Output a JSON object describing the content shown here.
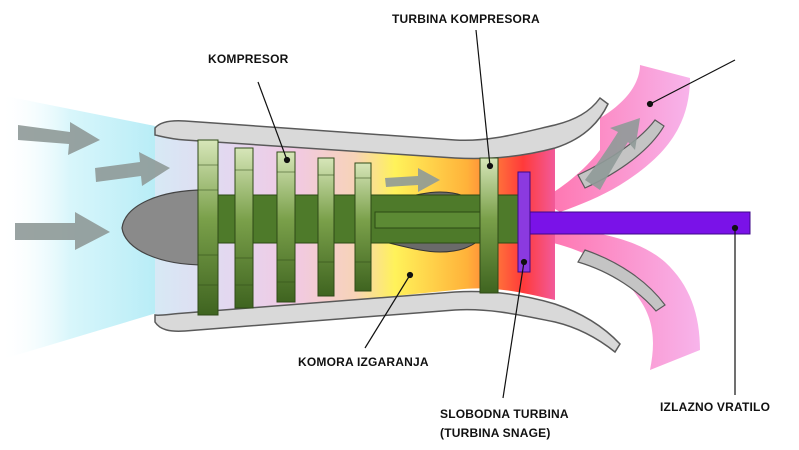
{
  "labels": {
    "compressor": "KOMPRESOR",
    "compressor_turbine": "TURBINA KOMPRESORA",
    "combustion_chamber": "KOMORA IZGARANJA",
    "free_turbine_line1": "SLOBODNA TURBINA",
    "free_turbine_line2": "(TURBINA SNAGE)",
    "output_shaft": "IZLAZNO VRATILO"
  },
  "colors": {
    "intake_flow": "#c6f0f8",
    "casing": "#d6d6d6",
    "casing_edge": "#5a5a5a",
    "compressor_blades": "#5f8a35",
    "compressor_blades_light": "#c7d9a6",
    "combustion_hot": "#ff4a2e",
    "combustion_warm": "#ffe34a",
    "free_turbine": "#7b2bd6",
    "output_shaft": "#7a12e8",
    "exhaust_flow": "#f6a8e6",
    "arrows": "#8f9a98"
  }
}
